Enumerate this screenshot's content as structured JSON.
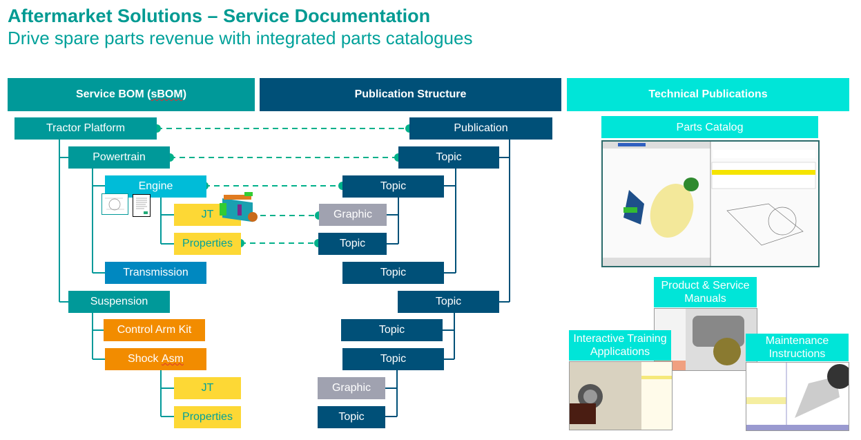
{
  "title": "Aftermarket Solutions – Service Documentation",
  "subtitle": "Drive spare parts revenue with integrated parts catalogues",
  "colors": {
    "teal": "#009999",
    "navy": "#005078",
    "aqua": "#00e5d8",
    "yellow": "#fdd835",
    "orange": "#f28c00",
    "connector": "#00b08a"
  },
  "columns": {
    "sbom": {
      "prefix": "Service BOM (",
      "spellchecked": "sBOM",
      "suffix": ")"
    },
    "publication": "Publication Structure",
    "technical": "Technical Publications"
  },
  "sbom_tree": {
    "tractor_platform": "Tractor Platform",
    "powertrain": "Powertrain",
    "engine": "Engine",
    "engine_jt": "JT",
    "engine_properties": "Properties",
    "transmission": "Transmission",
    "suspension": "Suspension",
    "control_arm_kit": "Control Arm Kit",
    "shock_asm_prefix": "Shock ",
    "shock_asm_spell": "Asm",
    "shock_jt": "JT",
    "shock_properties": "Properties"
  },
  "publication_tree": {
    "publication": "Publication",
    "topic1": "Topic",
    "topic2": "Topic",
    "graphic1": "Graphic",
    "topic3": "Topic",
    "topic4": "Topic",
    "topic5": "Topic",
    "topic6": "Topic",
    "topic7": "Topic",
    "graphic2": "Graphic",
    "topic8": "Topic"
  },
  "technical_publications": {
    "parts_catalog": "Parts Catalog",
    "manuals": "Product & Service Manuals",
    "training": "Interactive Training Applications",
    "maintenance": "Maintenance Instructions"
  }
}
